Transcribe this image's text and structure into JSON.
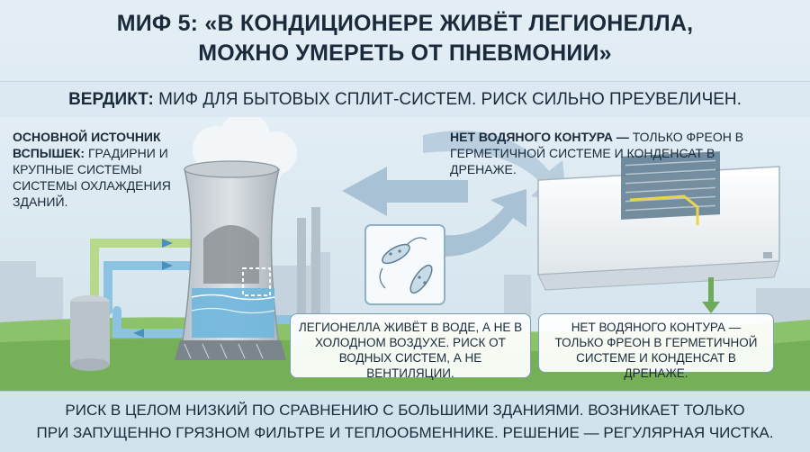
{
  "title": {
    "line1": "МИФ 5: «В КОНДИЦИОНЕРЕ ЖИВЁТ ЛЕГИОНЕЛЛА,",
    "line2": "МОЖНО УМЕРЕТЬ ОТ ПНЕВМОНИИ»"
  },
  "verdict": {
    "label": "ВЕРДИКТ:",
    "text": " МИФ ДЛЯ БЫТОВЫХ СПЛИТ-СИСТЕМ. РИСК СИЛЬНО ПРЕУВЕЛИЧЕН."
  },
  "left_callout": {
    "bold": "ОСНОВНОЙ ИСТОЧНИК ВСПЫШЕК:",
    "text": " ГРАДИРНИ И КРУПНЫЕ СИСТЕМЫ СИСТЕМЫ ОХЛАЖДЕНИЯ ЗДАНИЙ."
  },
  "right_callout": {
    "bold": "НЕТ ВОДЯНОГО КОНТУРА —",
    "text": " ТОЛЬКО ФРЕОН В ГЕРМЕТИЧНОЙ СИСТЕМЕ И КОНДЕНСАТ В ДРЕНАЖЕ."
  },
  "legionella_box": {
    "text": "ЛЕГИОНЕЛЛА ЖИВЁТ В ВОДЕ, А НЕ В ХОЛОДНОМ ВОЗДУХЕ. РИСК ОТ ВОДНЫХ СИСТЕМ, А НЕ ВЕНТИЛЯЦИИ."
  },
  "freon_box": {
    "text": "НЕТ ВОДЯНОГО КОНТУРА — ТОЛЬКО ФРЕОН В ГЕРМЕТИЧНОЙ СИСТЕМЕ И КОНДЕНСАТ В ДРЕНАЖЕ."
  },
  "footer": {
    "line1": "РИСК В ЦЕЛОМ НИЗКИЙ ПО СРАВНЕНИЮ С БОЛЬШИМИ ЗДАНИЯМИ. ВОЗНИКАЕТ ТОЛЬКО",
    "line2": "ПРИ ЗАПУЩЕННО ГРЯЗНОМ ФИЛЬТРЕ И ТЕПЛООБМЕННИКЕ. РЕШЕНИЕ — РЕГУЛЯРНАЯ ЧИСТКА."
  },
  "colors": {
    "text": "#1a2a3a",
    "water": "#6fb6de",
    "pipe_blue": "#8cc3e3",
    "pipe_green": "#b9d98a",
    "arrow": "#8fb1c8",
    "tower": "#c9cfd4",
    "grass": "#8cc26a",
    "ac_body": "#f3f6f8"
  },
  "icons": [
    "cooling-tower-icon",
    "bacteria-icon",
    "air-conditioner-icon",
    "drain-arrow-icon",
    "steam-cloud-icon"
  ]
}
